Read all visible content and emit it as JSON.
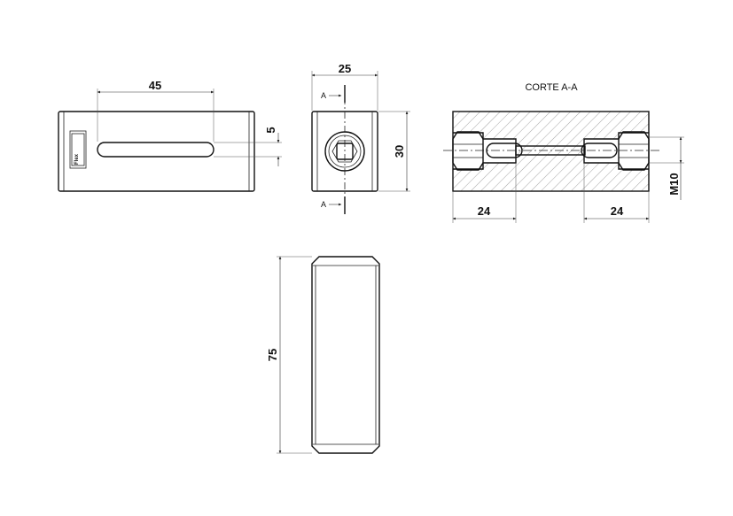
{
  "views": {
    "front": {
      "dim_slot_length": "45",
      "dim_slot_width": "5",
      "logo_text": "Flex"
    },
    "side": {
      "dim_width": "25",
      "dim_height": "30",
      "section_label_top": "A",
      "section_label_bottom": "A"
    },
    "section": {
      "title": "CORTE A-A",
      "dim_left_depth": "24",
      "dim_right_depth": "24",
      "dim_thread": "M10"
    },
    "top": {
      "dim_length": "75"
    }
  },
  "colors": {
    "line": "#111111",
    "hatch": "#555555",
    "background": "#ffffff"
  }
}
